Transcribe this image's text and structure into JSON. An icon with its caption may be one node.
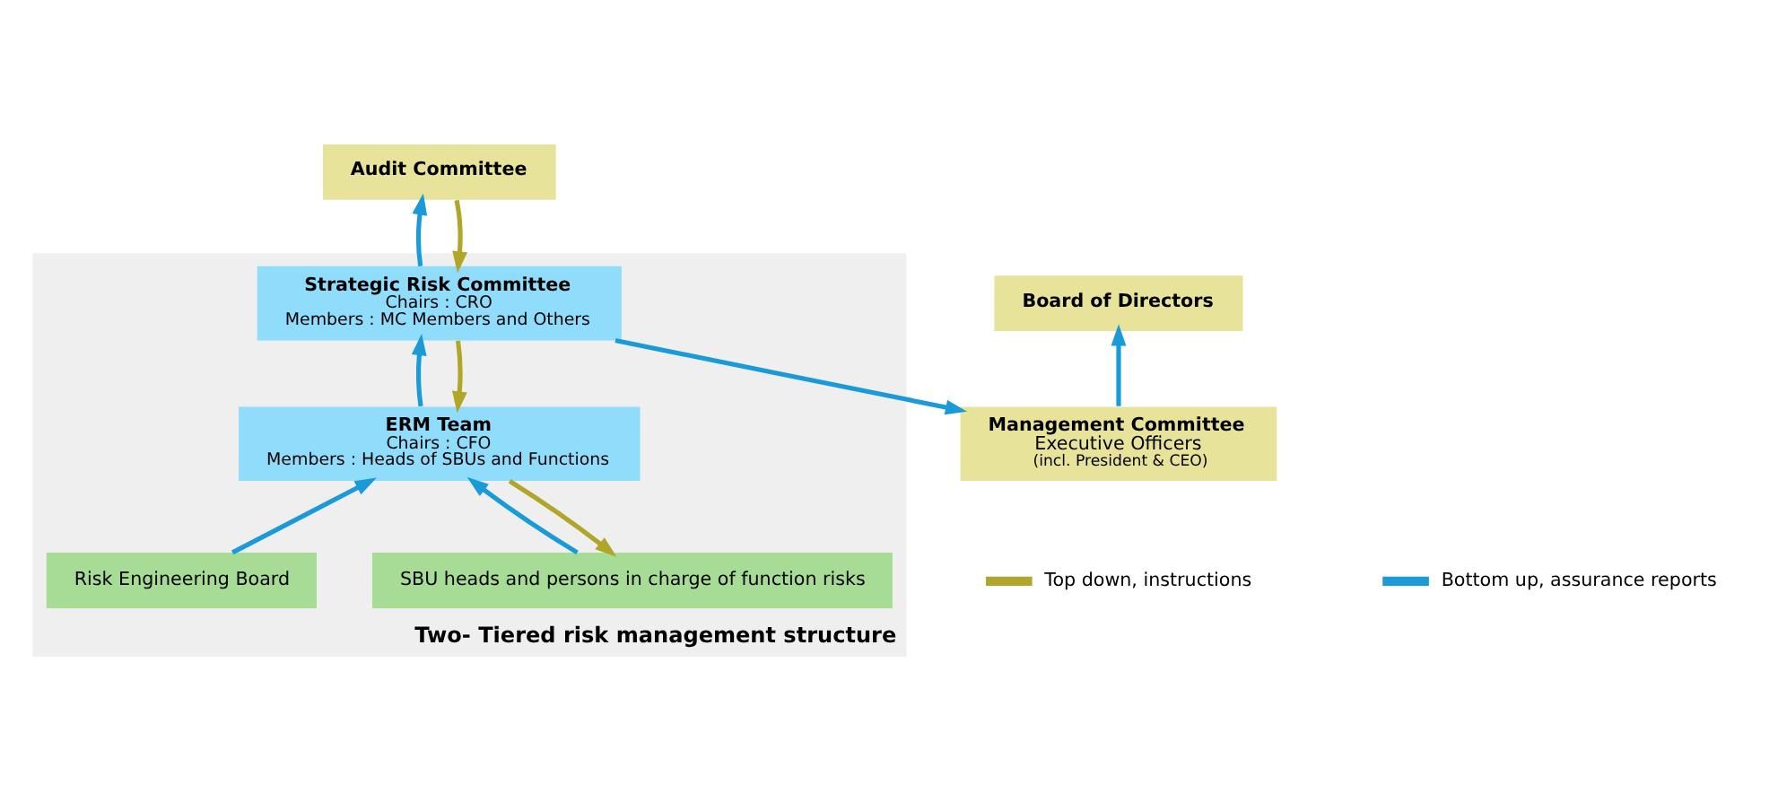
{
  "diagram": {
    "nodes": [
      {
        "text": [
          "Board of Directors"
        ]
      },
      {
        "text": [
          "Audit Committee"
        ]
      },
      {
        "text": [
          "Management Committee",
          "Executive Officers",
          "(incl. President & CEO)"
        ]
      },
      {
        "text": [
          "Two- Tiered risk management structure"
        ]
      },
      {
        "text": [
          "Strategic Risk Committee",
          "Chairs : CRO",
          "Members : MC Members and Others"
        ],
        "in": 3
      },
      {
        "text": [
          "ERM Team",
          "Chairs : CFO",
          "Members : Heads of SBUs and Functions"
        ],
        "in": 3
      },
      {
        "text": [
          "SBU heads and persons in charge of function risks"
        ],
        "in": 3
      },
      {
        "text": [
          "Risk Engineering Board"
        ],
        "in": 3
      }
    ],
    "edges": [
      {
        "from": 2,
        "to": 0,
        "arrow": "to"
      },
      {
        "from": 4,
        "to": 2,
        "arrow": "to"
      },
      {
        "from": 4,
        "to": 1,
        "arrow": "to"
      },
      {
        "from": 1,
        "to": 4,
        "arrow": "to",
        "color": "#b0a62a"
      },
      {
        "from": 5,
        "to": 4,
        "arrow": "to"
      },
      {
        "from": 4,
        "to": 5,
        "arrow": "to",
        "color": "#b0a62a"
      },
      {
        "from": 6,
        "to": 5,
        "arrow": "to"
      },
      {
        "from": 5,
        "to": 6,
        "arrow": "to",
        "color": "#b0a62a"
      },
      {
        "from": 7,
        "to": 5,
        "arrow": "to"
      }
    ],
    "legend": [
      {
        "text": "Top down, instructions",
        "color": "#b0a62a"
      },
      {
        "text": "Bottom up, assurance reports",
        "color": "#1a9ad6"
      }
    ]
  }
}
